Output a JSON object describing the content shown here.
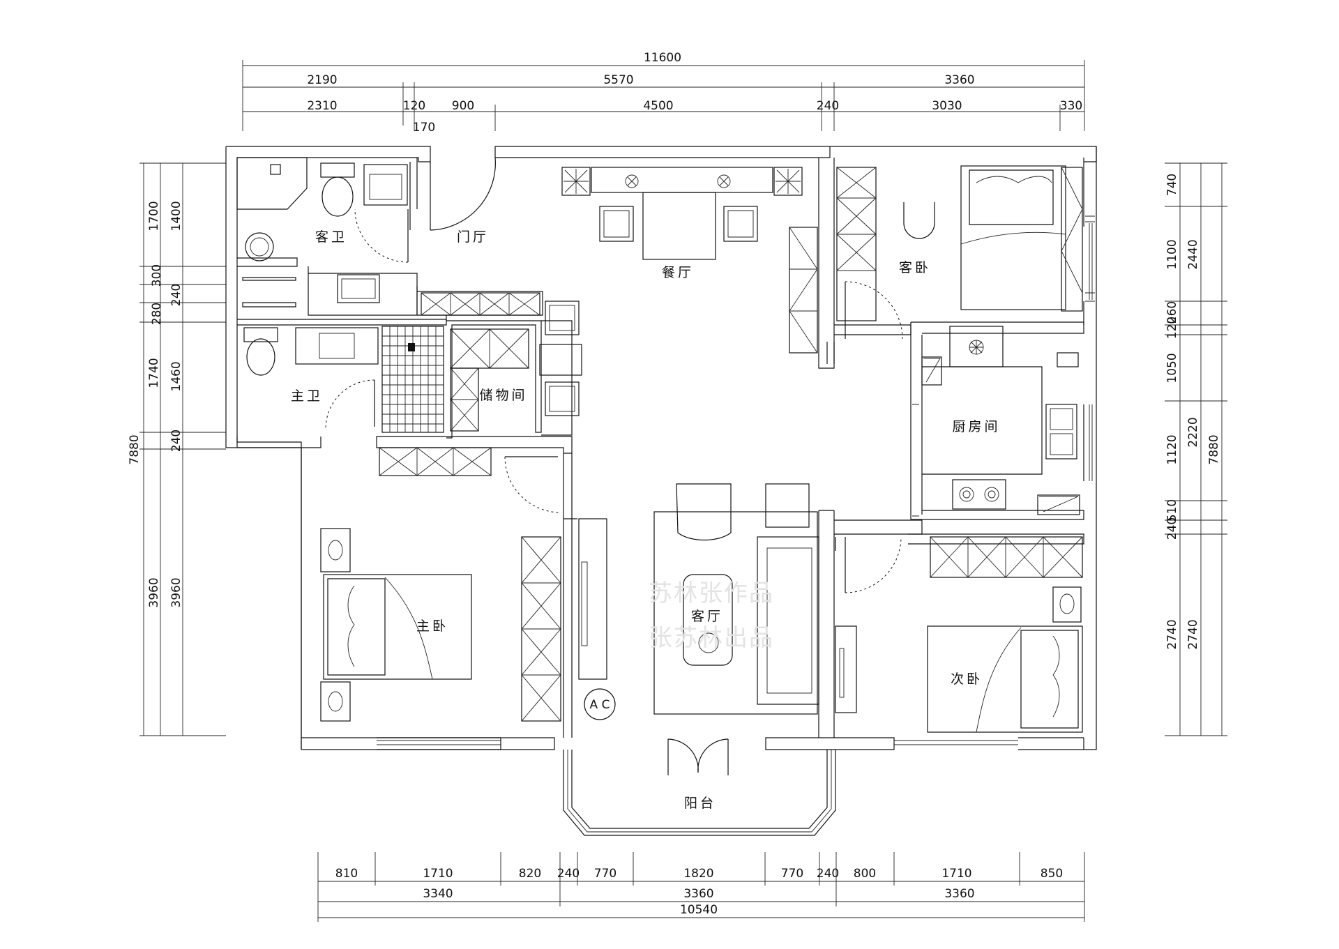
{
  "plan": {
    "overall": {
      "top": "11600",
      "bottom": "10540",
      "left": "7880",
      "right": "7880"
    },
    "top_dims_row1": [
      "2190",
      "5570",
      "3360"
    ],
    "top_dims_row2": [
      "2310",
      "120",
      "900",
      "4500",
      "240",
      "3030",
      "330"
    ],
    "top_dims_extra": "170",
    "left_dims_outer": [
      "1700",
      "1740",
      "3960"
    ],
    "left_dims_inner": [
      "1400",
      "300",
      "240",
      "280",
      "1460",
      "240",
      "3960"
    ],
    "right_dims_inner": [
      "740",
      "1100",
      "260",
      "120",
      "1050",
      "1120",
      "510",
      "240",
      "2740"
    ],
    "right_dims_outer": [
      "2440",
      "2220",
      "2740"
    ],
    "bottom_dims_row1": [
      "810",
      "1710",
      "820",
      "240",
      "770",
      "1820",
      "770",
      "240",
      "800",
      "1710",
      "850"
    ],
    "bottom_dims_row2": [
      "3340",
      "3360",
      "3360"
    ],
    "rooms": {
      "guest_bath": "客卫",
      "foyer": "门厅",
      "dining": "餐厅",
      "guest_bedroom": "客卧",
      "master_bath": "主卫",
      "storage": "储物间",
      "kitchen": "厨房间",
      "master_bedroom": "主卧",
      "living": "客厅",
      "second_bedroom": "次卧",
      "balcony": "阳台"
    },
    "ac_label": "A C",
    "watermark": [
      "苏林张作品",
      "张苏林出品"
    ]
  }
}
